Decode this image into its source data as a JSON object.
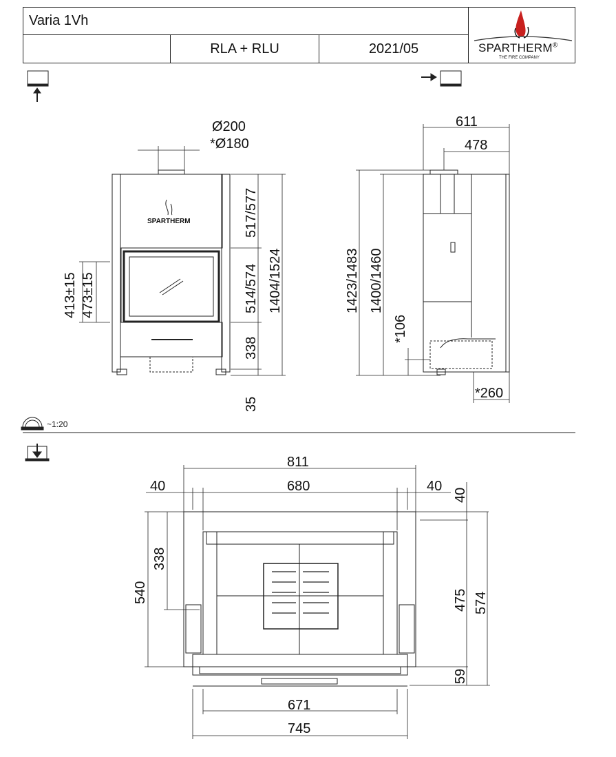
{
  "header": {
    "title": "Varia 1Vh",
    "cell_empty": "",
    "model_variant": "RLA + RLU",
    "date": "2021/05",
    "logo": {
      "brand": "SPARTHERM",
      "registered": "®",
      "tagline": "THE FIRE COMPANY",
      "flame_color": "#c8201e"
    }
  },
  "scale": {
    "label": "~1:20"
  },
  "front_view": {
    "flue_diameter": "Ø200",
    "flue_diameter_alt": "*Ø180",
    "logo_text": "SPARTHERM",
    "dims": {
      "hood": "517/577",
      "door": "514/574",
      "total": "1404/1524",
      "base": "338",
      "feet": "35",
      "left_1": "413±15",
      "left_2": "473±15"
    }
  },
  "side_view": {
    "dims": {
      "depth_total": "611",
      "depth_body": "478",
      "height_total": "1423/1483",
      "height_body": "1400/1460",
      "inlet_height": "*106",
      "inlet_depth": "*260"
    }
  },
  "top_view": {
    "dims": {
      "width_total": "811",
      "width_inner": "680",
      "left_margin": "40",
      "right_margin": "40",
      "top_margin": "40",
      "depth_left": "540",
      "depth_inner_left": "338",
      "depth_right": "475",
      "depth_total_right": "574",
      "front": "59",
      "width_bottom": "671",
      "width_bottom_total": "745"
    }
  }
}
